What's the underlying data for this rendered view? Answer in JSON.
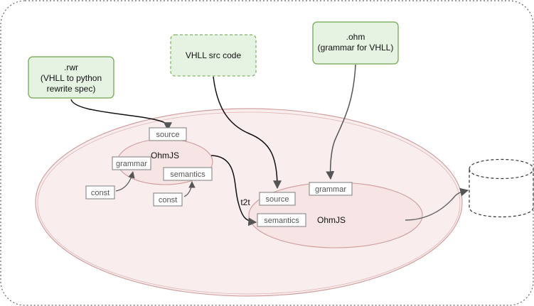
{
  "nodes": {
    "rwr": {
      "line1": ".rwr",
      "line2": "(VHLL to python",
      "line3": "rewrite spec)"
    },
    "vhll": {
      "label": "VHLL src code"
    },
    "ohm": {
      "line1": ".ohm",
      "line2": "(grammar for VHLL)"
    }
  },
  "inner": {
    "source": "source",
    "grammar": "grammar",
    "semantics": "semantics",
    "const1": "const",
    "const2": "const",
    "ohmjs": "OhmJS"
  },
  "right": {
    "source": "source",
    "grammar": "grammar",
    "semantics": "semantics",
    "ohmjs": "OhmJS"
  },
  "edge_label_t2t": "t2t",
  "colors": {
    "green_stroke": "#82b366",
    "green_fill": "#d5e8d4",
    "red_stroke": "#d4a3a3",
    "red_fill": "#f8e8e8"
  }
}
